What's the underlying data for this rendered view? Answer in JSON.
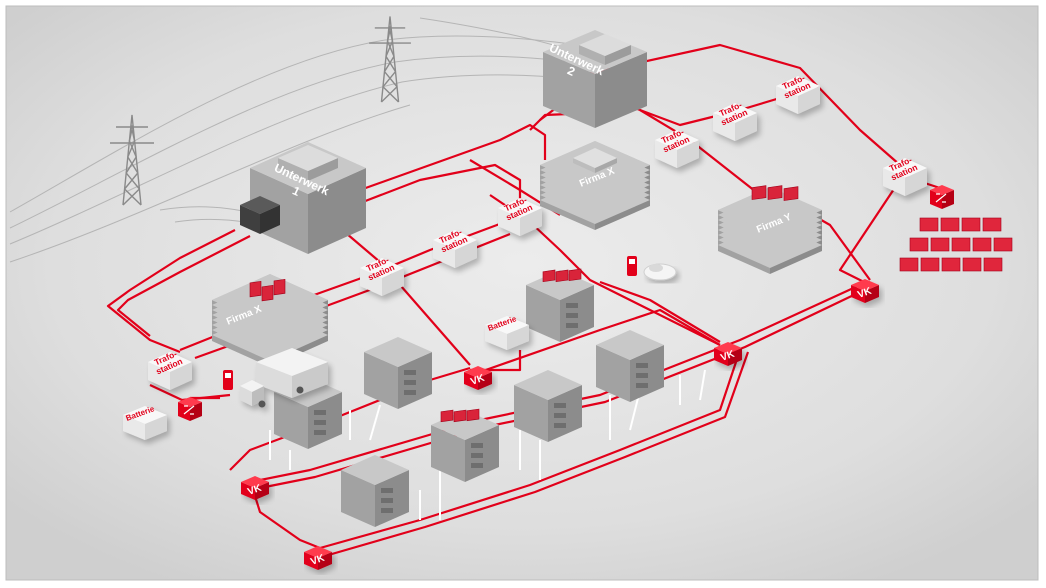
{
  "substations": [
    {
      "line1": "Unterwerk",
      "line2": "1"
    },
    {
      "line1": "Unterwerk",
      "line2": "2"
    }
  ],
  "companies": [
    "Firma X",
    "Firma X",
    "Firma Y"
  ],
  "trafo": {
    "line1": "Trafo-",
    "line2": "station",
    "count": 8
  },
  "battery_label": "Batterie",
  "vk_label": "VK",
  "colors": {
    "accent": "#e2001a",
    "ground": "#dedede",
    "building_top": "#c8c8c8",
    "building_left": "#a2a2a2",
    "building_right": "#8c8c8c",
    "station_white": "#f8f8f8",
    "pylon": "#8a8a8a"
  }
}
